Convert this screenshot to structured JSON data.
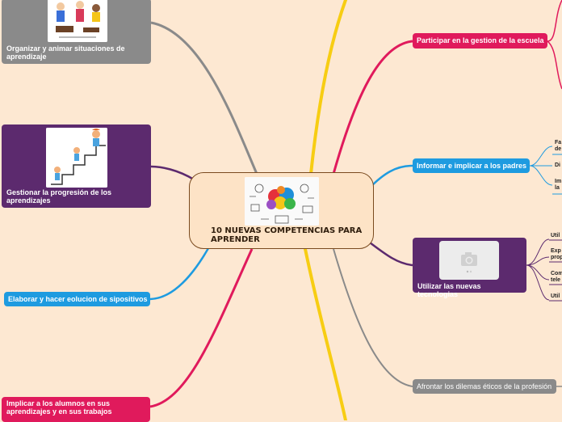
{
  "central": {
    "title": "10 NUEVAS COMPETENCIAS PARA APRENDER",
    "image_icon": "brain-collage-image"
  },
  "colors": {
    "background": "#fde8d2",
    "gray": "#8a8a8a",
    "purple": "#5c2a6e",
    "blue": "#1e9be0",
    "pink": "#e01a5c",
    "yellow": "#f7cd13",
    "central_border": "#7a4a1f"
  },
  "left_branches": [
    {
      "label": "Organizar y animar situaciones de aprendizaje",
      "color": "gray",
      "image_icon": "classroom-activity-image"
    },
    {
      "label": "Gestionar la progresión de los aprendizajes",
      "color": "purple",
      "image_icon": "kids-climbing-stairs-image"
    },
    {
      "label": "Elaborar y hacer eolucion de sipositivos",
      "color": "blue"
    },
    {
      "label": "Implicar a los alumnos en sus aprendizajes y en sus trabajos",
      "color": "pink"
    }
  ],
  "right_branches": [
    {
      "label": "Participar en la gestion de la escuela",
      "color": "pink"
    },
    {
      "label": "Informar e implicar a los padres",
      "color": "blue",
      "children": [
        "Fa de",
        "Di",
        "Im la"
      ]
    },
    {
      "label": "Utilizar las nuevas tecnologias",
      "color": "purple",
      "image_icon": "camera-placeholder-icon",
      "children": [
        "Util",
        "Exp prop",
        "Com tele",
        "Util"
      ]
    },
    {
      "label": "Afrontar los dilemas éticos de la profesión",
      "color": "gray"
    }
  ]
}
